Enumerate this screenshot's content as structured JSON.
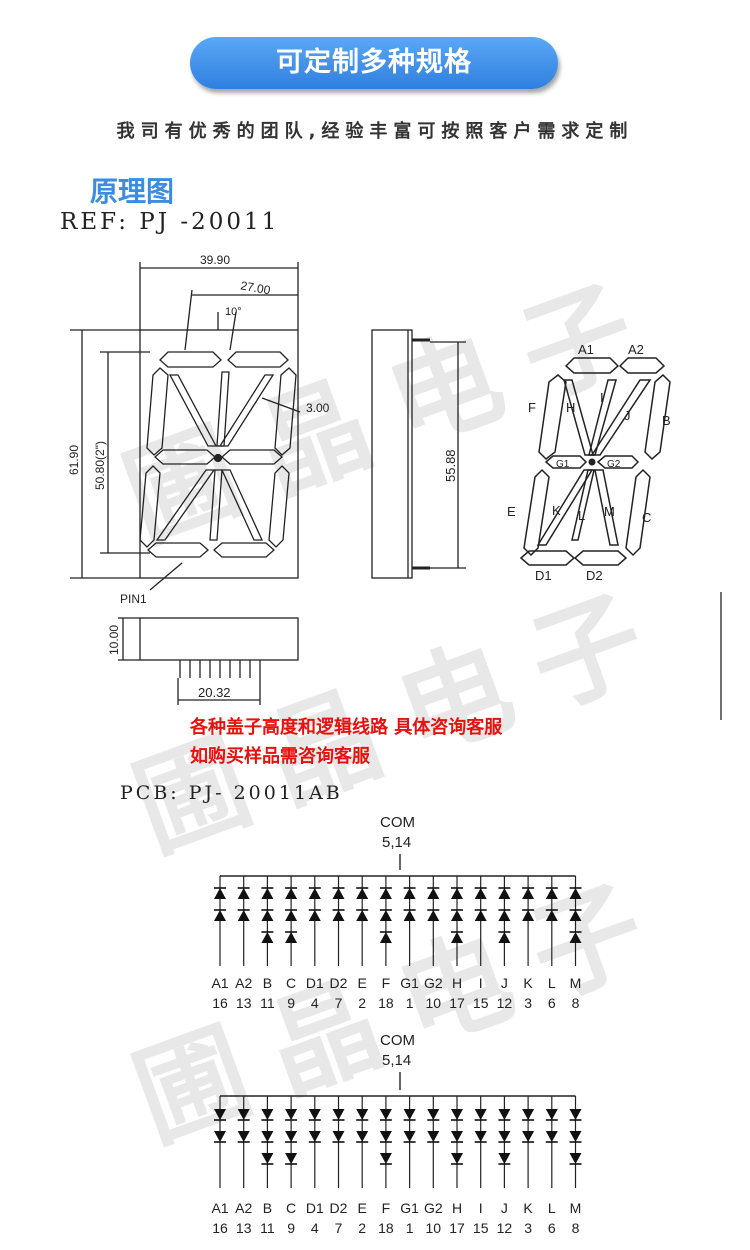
{
  "banner": {
    "text": "可定制多种规格"
  },
  "subtitle": "我司有优秀的团队,经验丰富可按照客户需求定制",
  "section_title": "原理图",
  "ref": "REF: PJ -20011",
  "pcb": "PCB: PJ- 20011AB",
  "notes": [
    "各种盖子高度和逻辑线路 具体咨询客服",
    "如购买样品需咨询客服"
  ],
  "watermark": "圃晶电子",
  "dimensions": {
    "width": "39.90",
    "digit_width": "27.00",
    "slant": "10°",
    "segment_width": "3.00",
    "height": "61.90",
    "digit_height": "50.80(2\")",
    "side_height": "55.88",
    "depth": "10.00",
    "pin_span": "20.32",
    "pin1": "PIN1"
  },
  "segment_labels": [
    "A1",
    "A2",
    "B",
    "C",
    "D1",
    "D2",
    "E",
    "F",
    "G1",
    "G2",
    "H",
    "I",
    "J",
    "K",
    "L",
    "M"
  ],
  "circuits": [
    {
      "com_label": "COM",
      "com_pins": "5,14",
      "anode_up": true,
      "labels": [
        "A1",
        "A2",
        "B",
        "C",
        "D1",
        "D2",
        "E",
        "F",
        "G1",
        "G2",
        "H",
        "I",
        "J",
        "K",
        "L",
        "M"
      ],
      "pins": [
        "16",
        "13",
        "11",
        "9",
        "4",
        "7",
        "2",
        "18",
        "1",
        "10",
        "17",
        "15",
        "12",
        "3",
        "6",
        "8"
      ],
      "diode_counts": [
        2,
        2,
        3,
        3,
        2,
        2,
        2,
        3,
        2,
        2,
        3,
        2,
        3,
        2,
        2,
        3
      ]
    },
    {
      "com_label": "COM",
      "com_pins": "5,14",
      "anode_up": false,
      "labels": [
        "A1",
        "A2",
        "B",
        "C",
        "D1",
        "D2",
        "E",
        "F",
        "G1",
        "G2",
        "H",
        "I",
        "J",
        "K",
        "L",
        "M"
      ],
      "pins": [
        "16",
        "13",
        "11",
        "9",
        "4",
        "7",
        "2",
        "18",
        "1",
        "10",
        "17",
        "15",
        "12",
        "3",
        "6",
        "8"
      ],
      "diode_counts": [
        2,
        2,
        3,
        3,
        2,
        2,
        2,
        3,
        2,
        2,
        3,
        2,
        3,
        2,
        2,
        3
      ]
    }
  ]
}
